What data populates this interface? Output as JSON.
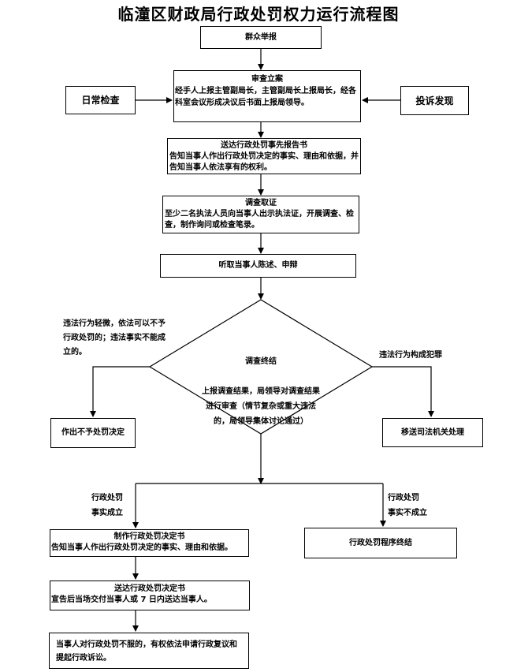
{
  "title": "临潼区财政局行政处罚权力运行流程图",
  "nodes": {
    "report": "群众举报",
    "daily_check": "日常检查",
    "complaint": "投诉发现",
    "review": {
      "head": "审查立案",
      "body": "经手人上报主管副局长，主管副局长上报局长，经各科室会议形成决议后书面上报局领导。"
    },
    "notice": {
      "head": "送达行政处罚事先报告书",
      "body": "告知当事人作出行政处罚决定的事实、理由和依据，并告知当事人依法享有的权利。"
    },
    "investigation": {
      "head": "调查取证",
      "body": "至少二名执法人员向当事人出示执法证，开展调查、检查，制作询问或检查笔录。"
    },
    "hearing": "听取当事人陈述、申辩",
    "end_investigation": {
      "head": "调查终结",
      "body": "上报调查结果，局领导对调查结果进行审查（情节复杂或重大违法的，局领导集体讨论通过）"
    },
    "no_penalty": "作出不予处罚决定",
    "transfer": "移送司法机关处理",
    "make_decision": {
      "head": "制作行政处罚决定书",
      "body": "告知当事人作出行政处罚决定的事实、理由和依据。"
    },
    "deliver_decision": {
      "head": "送达行政处罚决定书",
      "body": "宣告后当场交付当事人或 7 日内送达当事人。"
    },
    "procedure_end": "行政处罚程序终结",
    "appeal": "当事人对行政处罚不服的，有权依法申请行政复议和提起行政诉讼。"
  },
  "labels": {
    "minor_violation": "违法行为轻微，依法可以不予行政处罚的；违法事实不能成立的。",
    "crime": "违法行为构成犯罪",
    "facts_established": "行政处罚\n事实成立",
    "facts_not_established": "行政处罚\n事实不成立"
  }
}
